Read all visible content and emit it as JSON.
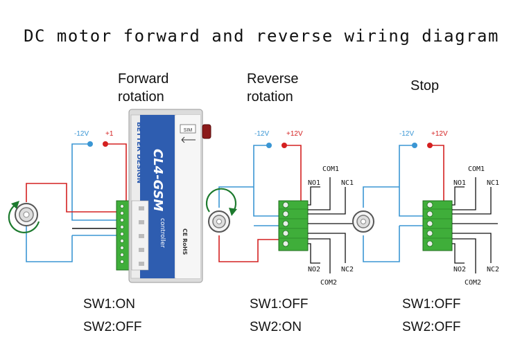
{
  "title": "DC motor forward and reverse wiring diagram",
  "colors": {
    "positive": "#d42020",
    "negative": "#3a96d4",
    "wire": "#111111",
    "terminal_green": "#3fae3a",
    "controller_blue": "#2e5db0",
    "motor_arrow": "#1d7a2e"
  },
  "panels": [
    {
      "heading_line1": "Forward",
      "heading_line2": "rotation",
      "neg_label": "-12V",
      "pos_label": "+1",
      "sw1": "SW1:ON",
      "sw2": "SW2:OFF"
    },
    {
      "heading_line1": "Reverse",
      "heading_line2": "rotation",
      "neg_label": "-12V",
      "pos_label": "+12V",
      "com1": "COM1",
      "no1": "NO1",
      "nc1": "NC1",
      "no2": "NO2",
      "nc2": "NC2",
      "com2": "COM2",
      "sw1": "SW1:OFF",
      "sw2": "SW2:ON"
    },
    {
      "heading_line1": "Stop",
      "neg_label": "-12V",
      "pos_label": "+12V",
      "com1": "COM1",
      "no1": "NO1",
      "nc1": "NC1",
      "no2": "NO2",
      "nc2": "NC2",
      "com2": "COM2",
      "sw1": "SW1:OFF",
      "sw2": "SW2:OFF"
    }
  ],
  "device": {
    "brand": "BETTER DESIGN",
    "model": "CL4-GSM",
    "subtitle": "controller",
    "sim_label": "SIM",
    "cert": "CE RoHS"
  }
}
